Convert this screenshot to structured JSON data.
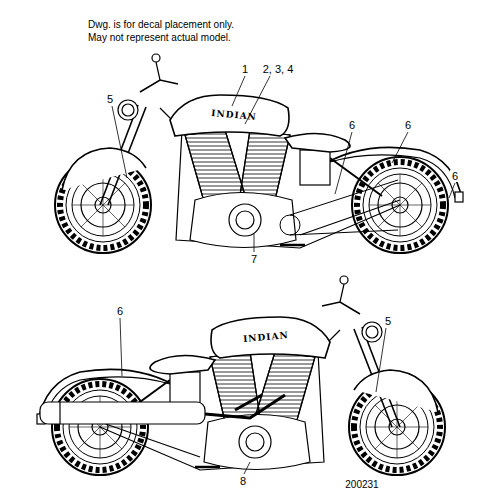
{
  "diagram": {
    "labels": [
      "Dwg. is for decal placement only.",
      "May not represent actual model.",
      "1",
      "2, 3, 4",
      "5",
      "6",
      "6",
      "6",
      "INDIAN",
      "7",
      "6",
      "INDIAN",
      "5",
      "8",
      "200231"
    ]
  }
}
